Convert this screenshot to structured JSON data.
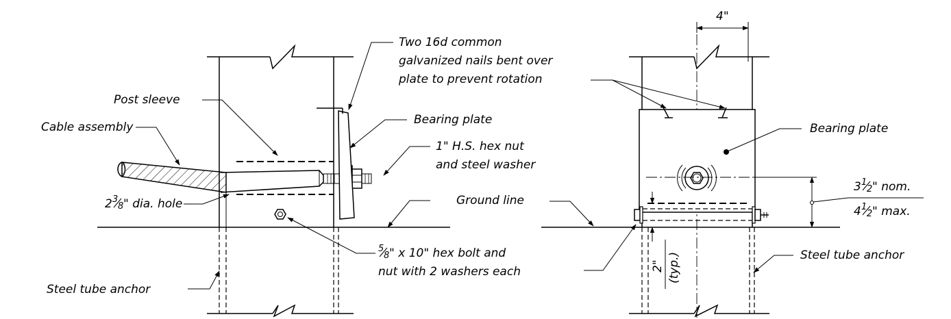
{
  "labels": {
    "nails_line1": "Two 16d common",
    "nails_line2": "galvanized nails bent over",
    "nails_line3": "plate to prevent rotation",
    "post_sleeve": "Post sleeve",
    "bearing_plate_left": "Bearing plate",
    "cable_assembly": "Cable assembly",
    "hex_nut_line1": "1\" H.S. hex nut",
    "hex_nut_line2": "and steel washer",
    "hole_whole": "2",
    "hole_num": "3",
    "hole_den": "8",
    "hole_suffix": "\" dia. hole",
    "ground_line": "Ground line",
    "bolt_num": "5",
    "bolt_den": "8",
    "bolt_line1_suffix": "\" x 10\" hex bolt and",
    "bolt_line2": "nut with 2 washers each",
    "steel_tube_left": "Steel tube anchor",
    "steel_tube_right": "Steel tube anchor",
    "bearing_plate_right": "Bearing plate",
    "dim_width": "4\"",
    "dim_height_top_whole": "3",
    "dim_height_top_num": "1",
    "dim_height_top_den": "2",
    "dim_height_top_suffix": "\" nom.",
    "dim_height_bottom_whole": "4",
    "dim_height_bottom_num": "1",
    "dim_height_bottom_den": "2",
    "dim_height_bottom_suffix": "\" max.",
    "dim_2in": "2\"",
    "dim_typ": "(typ.)"
  }
}
